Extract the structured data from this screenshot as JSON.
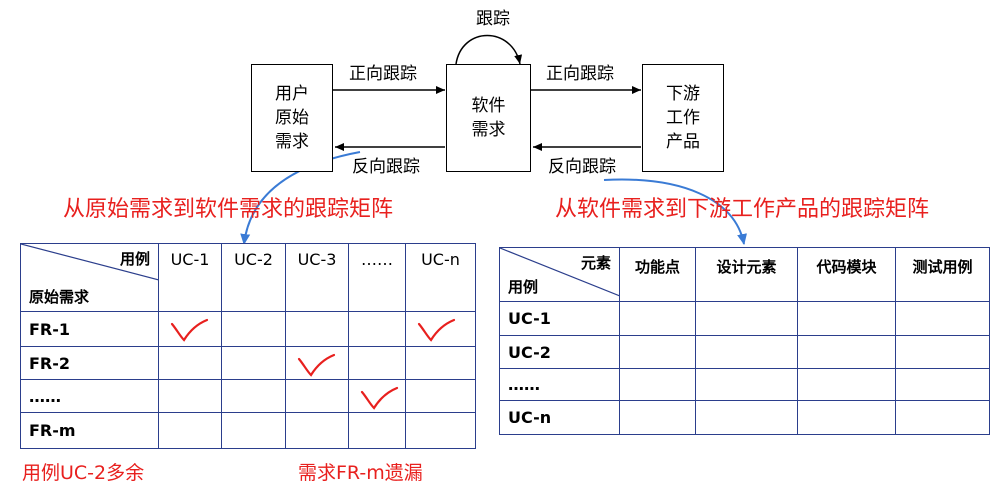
{
  "top": {
    "loop_label": "跟踪",
    "box_left": "用户\n原始\n需求",
    "box_mid": "软件\n需求",
    "box_right": "下游\n工作\n产品",
    "fwd_left": "正向跟踪",
    "fwd_right": "正向跟踪",
    "back_left": "反向跟踪",
    "back_right": "反向跟踪"
  },
  "left_matrix": {
    "title": "从原始需求到软件需求的跟踪矩阵",
    "corner_top": "用例",
    "corner_bottom": "原始需求",
    "cols": [
      "UC-1",
      "UC-2",
      "UC-3",
      "……",
      "UC-n"
    ],
    "rows": [
      "FR-1",
      "FR-2",
      "……",
      "FR-m"
    ],
    "checks": [
      [
        0,
        0
      ],
      [
        0,
        4
      ],
      [
        1,
        2
      ],
      [
        2,
        3
      ]
    ]
  },
  "right_matrix": {
    "title": "从软件需求到下游工作产品的跟踪矩阵",
    "corner_top": "元素",
    "corner_bottom": "用例",
    "cols": [
      "功能点",
      "设计元素",
      "代码模块",
      "测试用例"
    ],
    "rows": [
      "UC-1",
      "UC-2",
      "……",
      "UC-n"
    ]
  },
  "notes": {
    "left": "用例UC-2多余",
    "right": "需求FR-m遗漏"
  },
  "colors": {
    "red": "#e8201e",
    "table_border": "#2b3e8c",
    "curve": "#3a7bd5"
  }
}
